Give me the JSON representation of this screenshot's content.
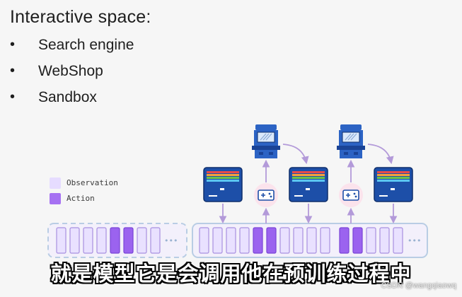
{
  "heading": "Interactive space:",
  "bullets": [
    "Search engine",
    "WebShop",
    "Sandbox"
  ],
  "bullet_glyph": "•",
  "legend": {
    "observation": {
      "label": "Observation",
      "color": "#e6dcff"
    },
    "action": {
      "label": "Action",
      "color": "#a671f2"
    }
  },
  "ellipsis": "•••",
  "subtitle": "就是模型它是会调用他在预训练过程中",
  "watermark": "CSDN @wangqiaowq",
  "colors": {
    "observation_fill": "#e9e1ff",
    "action_fill": "#9b63ef",
    "sequence_border": "#b9cde4",
    "screen_blue": "#1d4fa8",
    "arrow": "#b39ad9",
    "controller_bg": "#fbe3ec"
  },
  "icons": {
    "arcade": "arcade-machine-icon",
    "screen": "game-screen-icon",
    "controller": "gamepad-icon"
  }
}
